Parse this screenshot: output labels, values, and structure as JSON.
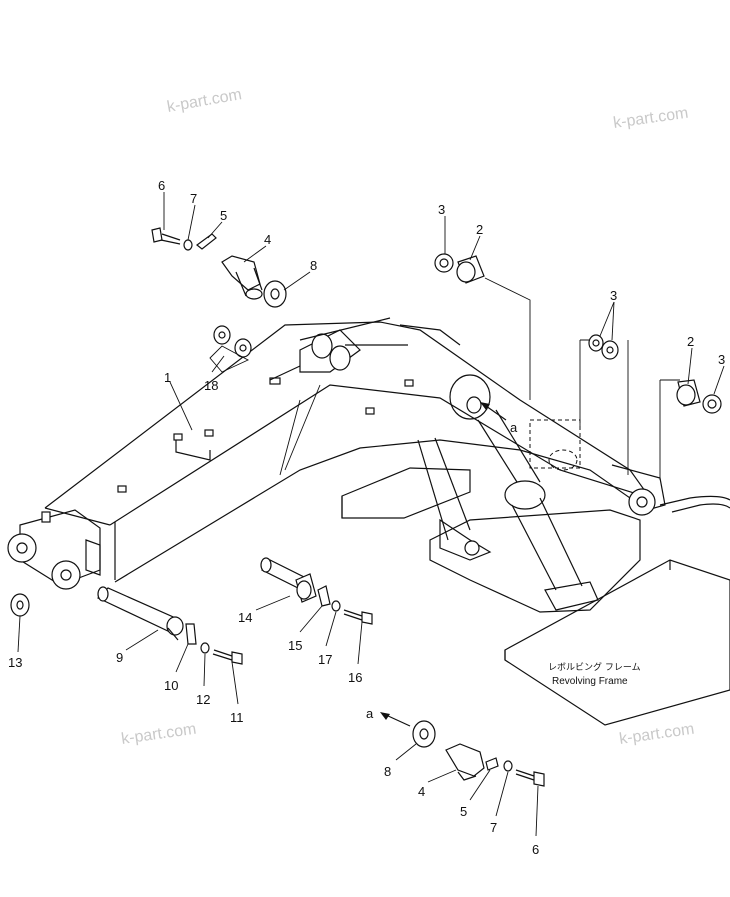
{
  "watermark": "k-part.com",
  "frame_label_jp": "レボルビング フレーム",
  "frame_label_en": "Revolving Frame",
  "arrow_label": "a",
  "callouts": {
    "c1": "1",
    "c2a": "2",
    "c2b": "2",
    "c3a": "3",
    "c3b": "3",
    "c3c": "3",
    "c4a": "4",
    "c4b": "4",
    "c5a": "5",
    "c5b": "5",
    "c6a": "6",
    "c6b": "6",
    "c7a": "7",
    "c7b": "7",
    "c8a": "8",
    "c8b": "8",
    "c9": "9",
    "c10": "10",
    "c11": "11",
    "c12": "12",
    "c13": "13",
    "c14": "14",
    "c15": "15",
    "c16": "16",
    "c17": "17",
    "c18": "18"
  }
}
